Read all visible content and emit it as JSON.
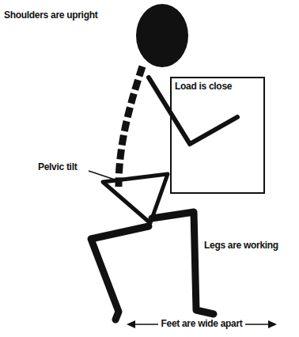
{
  "diagram": {
    "nodes": [
      {
        "text": [
          "Load is close"
        ]
      }
    ],
    "labels": [
      "Shoulders are upright",
      "Pelvic tilt",
      "Legs are working",
      "Feet are wide apart"
    ]
  }
}
